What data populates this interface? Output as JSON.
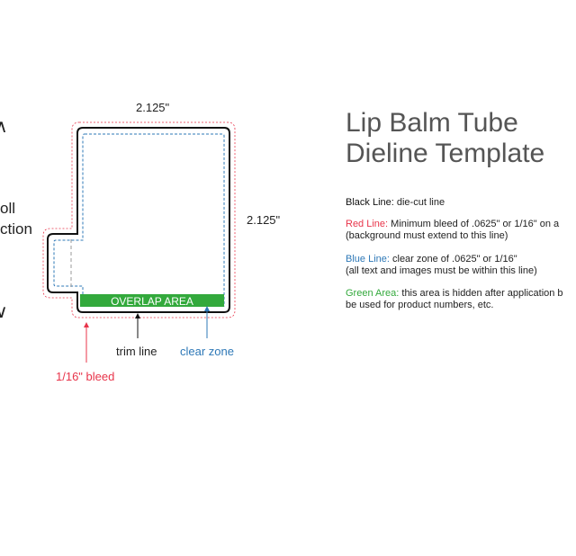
{
  "side_label": {
    "line1": "oll",
    "line2": "ction",
    "arrow_up": "∧",
    "arrow_down": "∨"
  },
  "title": {
    "line1": "Lip Balm Tube",
    "line2": "Dieline Template"
  },
  "dimensions": {
    "width": "2.125\"",
    "height": "2.125\""
  },
  "overlap_label": "OVERLAP AREA",
  "callouts": {
    "trim": "trim line",
    "clear": "clear zone",
    "bleed": "1/16\" bleed"
  },
  "legend": {
    "black": {
      "key": "Black Line:",
      "text": " die-cut line"
    },
    "red": {
      "key": "Red Line:",
      "text": " Minimum bleed of .0625\"  or 1/16\" on a",
      "line2": "(background must extend to this line)"
    },
    "blue": {
      "key": "Blue Line:",
      "text": " clear zone of .0625\"  or 1/16\"",
      "line2": "(all text and images must be within this line)"
    },
    "green": {
      "key": "Green Area:",
      "text": "  this area is hidden after application b",
      "line2": "be used for product numbers, etc."
    }
  },
  "colors": {
    "black": "#111111",
    "red": "#e8344a",
    "blue": "#2e78b7",
    "green": "#33a93c",
    "title": "#555555"
  }
}
